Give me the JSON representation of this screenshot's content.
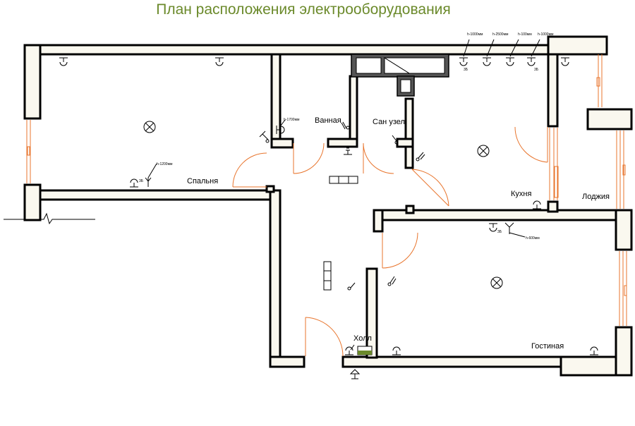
{
  "title": "План расположения электрооборудования",
  "rooms": {
    "bedroom": "Спальня",
    "bathroom": "Ванная",
    "wc": "Сан узел",
    "kitchen": "Кухня",
    "loggia": "Лоджия",
    "hall": "Холл",
    "living": "Гостиная"
  },
  "annotations": {
    "kitchen_h1": "h-1000мм",
    "kitchen_h2": "h-2500мм",
    "kitchen_h3": "h-100мм",
    "kitchen_h4": "h-1000мм",
    "bath_h": "h-1700мм",
    "bedroom_h": "h-1200мм",
    "living_h": "h-600мм",
    "socket_label": "3Б"
  }
}
